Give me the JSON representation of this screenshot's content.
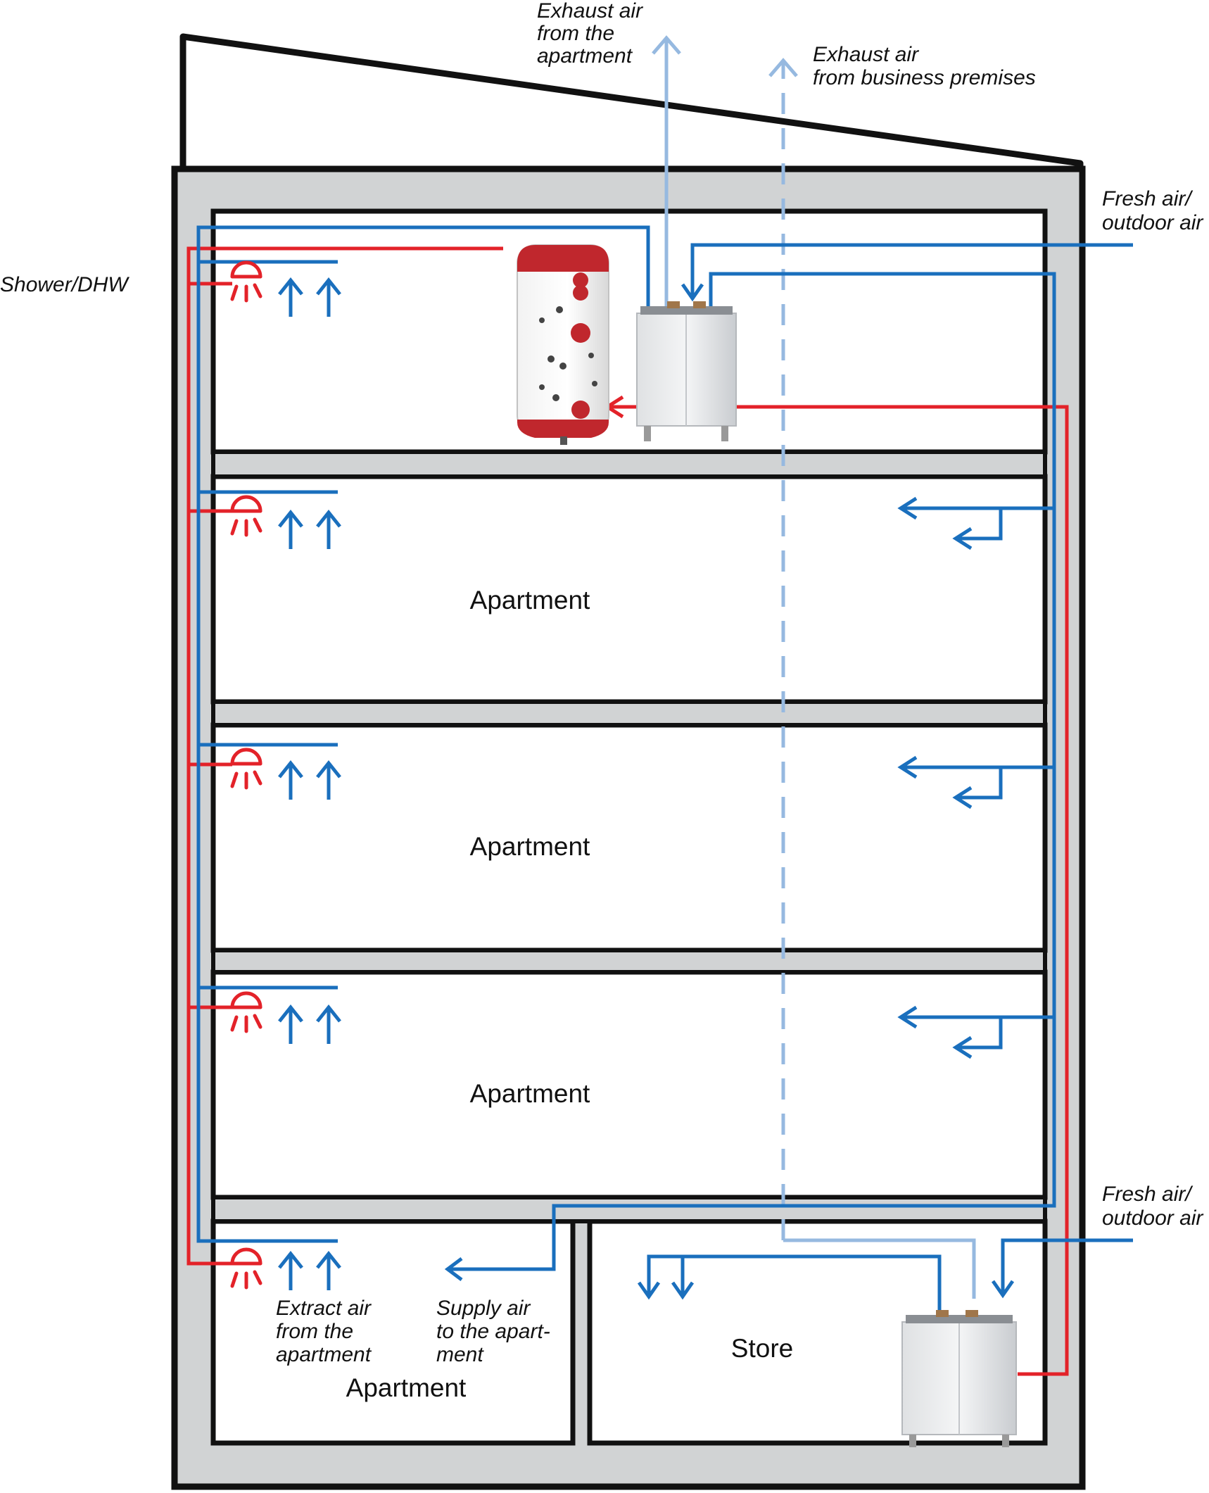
{
  "labels": {
    "exhaust_apartment": [
      "Exhaust air",
      "from the",
      "apartment"
    ],
    "exhaust_business": [
      "Exhaust air",
      "from business premises"
    ],
    "fresh_air_top": [
      "Fresh air/",
      "outdoor air"
    ],
    "fresh_air_bottom": [
      "Fresh air/",
      "outdoor air"
    ],
    "shower_dhw": "Shower/DHW",
    "extract_air": [
      "Extract air",
      "from the",
      "apartment"
    ],
    "supply_air": [
      "Supply air",
      "to the apart-",
      "ment"
    ]
  },
  "rooms": {
    "apt_1": "Apartment",
    "apt_2": "Apartment",
    "apt_3": "Apartment",
    "apt_ground": "Apartment",
    "store": "Store"
  },
  "colors": {
    "duct_blue": "#1a6fbd",
    "exhaust_light_blue": "#96b9e0",
    "hot_water_red": "#e32229",
    "wall_grey": "#d1d3d4",
    "outline": "#111111"
  },
  "icons": [
    "shower-icon",
    "hot-water-tank-icon",
    "ventilation-unit-icon",
    "up-arrow-icon",
    "down-arrow-icon",
    "left-arrow-icon"
  ]
}
